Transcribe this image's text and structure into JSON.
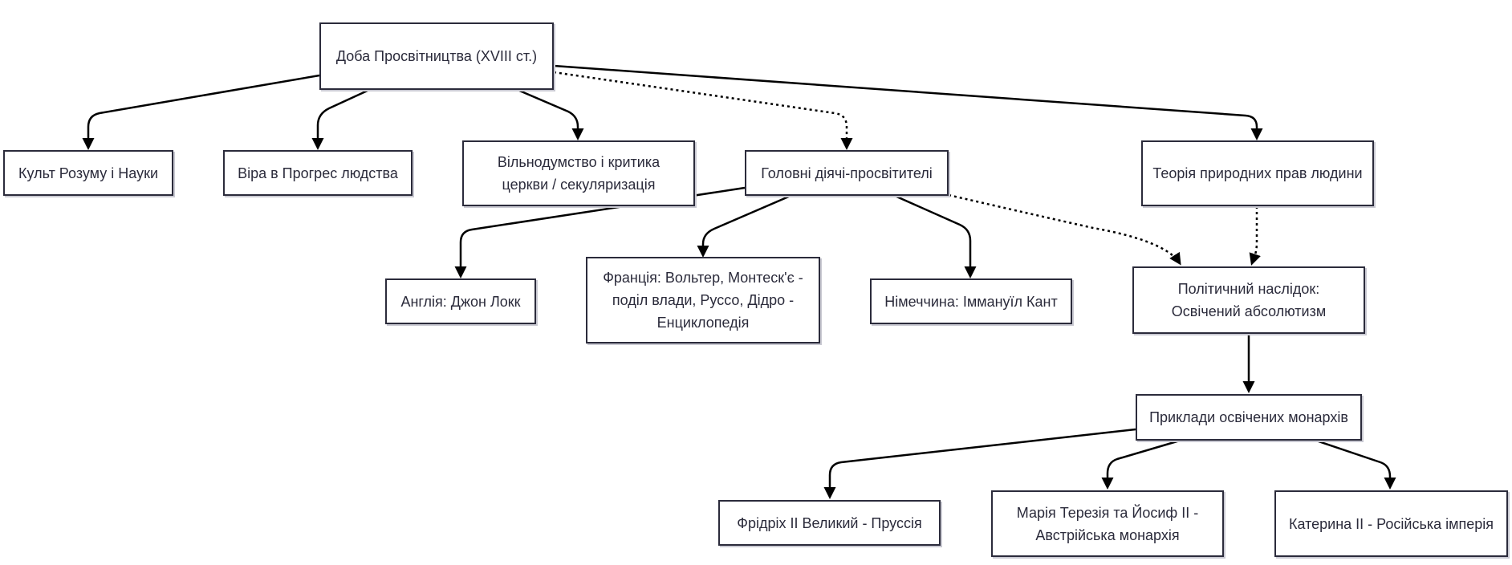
{
  "colors": {
    "node_border": "#2b2b3b",
    "edge": "#000000",
    "background": "#ffffff"
  },
  "nodes": {
    "root": "Доба Просвітництва (XVIII ст.)",
    "reason": "Культ Розуму і Науки",
    "progress": "Віра в Прогрес людства",
    "freethinking": "Вільнодумство і критика церкви / секуляризація",
    "figures": "Головні діячі-просвітителі",
    "natural_rights": "Теорія природних прав людини",
    "england": "Англія: Джон Локк",
    "france": "Франція: Вольтер, Монтеск'є - поділ влади, Руссо, Дідро - Енциклопедія",
    "germany": "Німеччина: Іммануїл Кант",
    "political": "Політичний наслідок: Освічений абсолютизм",
    "examples": "Приклади освічених монархів",
    "frederick": "Фрідріх II Великий - Пруссія",
    "maria_theresa": "Марія Терезія та Йосиф II - Австрійська монархія",
    "catherine": "Катерина II - Російська імперія"
  },
  "edges": [
    {
      "from": "root",
      "to": "reason",
      "style": "solid"
    },
    {
      "from": "root",
      "to": "progress",
      "style": "solid"
    },
    {
      "from": "root",
      "to": "freethinking",
      "style": "solid"
    },
    {
      "from": "root",
      "to": "figures",
      "style": "dotted"
    },
    {
      "from": "root",
      "to": "natural_rights",
      "style": "solid"
    },
    {
      "from": "figures",
      "to": "england",
      "style": "solid"
    },
    {
      "from": "figures",
      "to": "france",
      "style": "solid"
    },
    {
      "from": "figures",
      "to": "germany",
      "style": "solid"
    },
    {
      "from": "figures",
      "to": "political",
      "style": "dotted"
    },
    {
      "from": "natural_rights",
      "to": "political",
      "style": "dotted"
    },
    {
      "from": "political",
      "to": "examples",
      "style": "solid"
    },
    {
      "from": "examples",
      "to": "frederick",
      "style": "solid"
    },
    {
      "from": "examples",
      "to": "maria_theresa",
      "style": "solid"
    },
    {
      "from": "examples",
      "to": "catherine",
      "style": "solid"
    }
  ]
}
